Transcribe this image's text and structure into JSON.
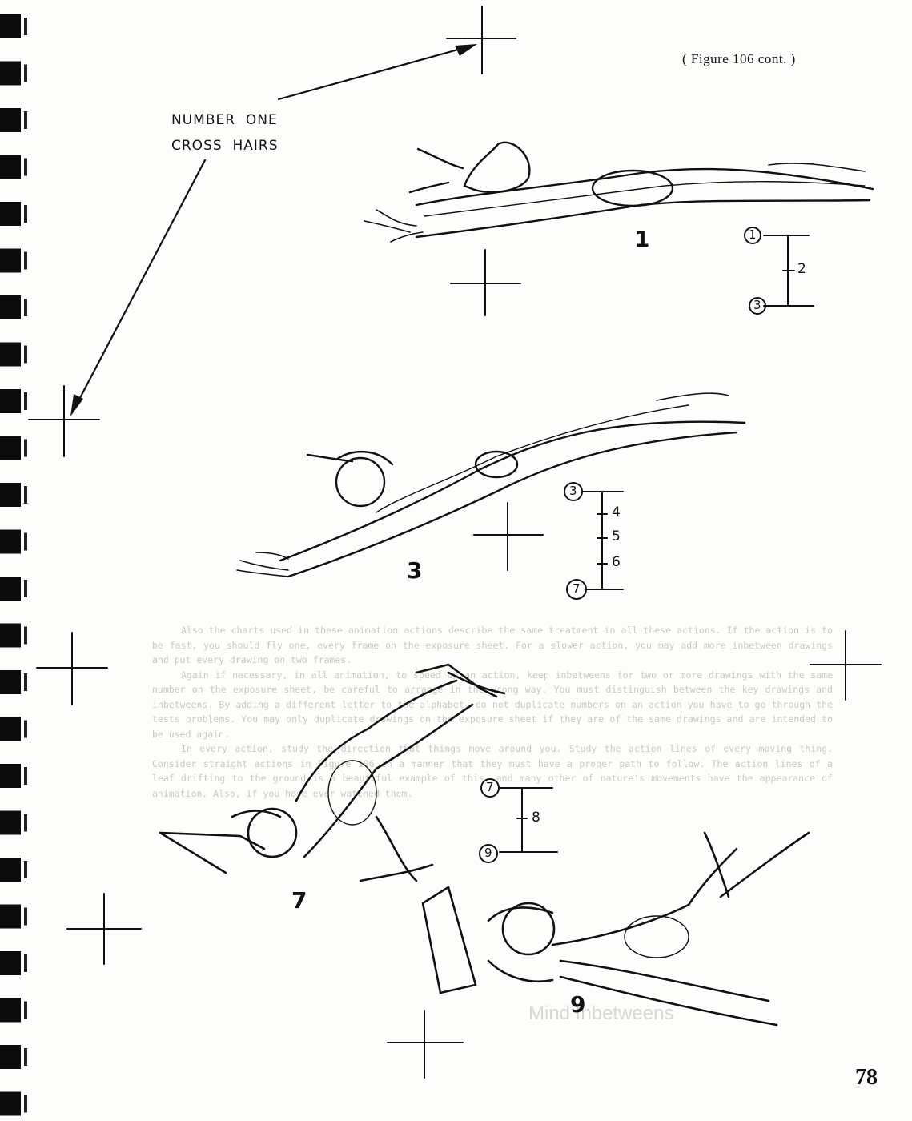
{
  "caption": "( Figure 106 cont. )",
  "callout": {
    "line1": "NUMBER  ONE",
    "line2": "CROSS  HAIRS"
  },
  "frames": [
    {
      "label": "1"
    },
    {
      "label": "3"
    },
    {
      "label": "7"
    },
    {
      "label": "9"
    }
  ],
  "charts": [
    {
      "key_top": "1",
      "key_bottom": "3",
      "inbetweens": [
        "2"
      ]
    },
    {
      "key_top": "3",
      "key_bottom": "7",
      "inbetweens": [
        "4",
        "5",
        "6"
      ]
    },
    {
      "key_top": "7",
      "key_bottom": "9",
      "inbetweens": [
        "8"
      ]
    }
  ],
  "page_number": "78",
  "watermark": "Mind Inbetweens",
  "background_text": [
    "Also the charts used in these animation actions describe the same treatment in all these actions. If the action is to be fast, you should fly one, every frame on the exposure sheet. For a slower action, you may add more inbetween drawings and put every drawing on two frames.",
    "Again if necessary, in all animation, to speed up an action, keep inbetweens for two or more drawings with the same number on the exposure sheet, be careful to arrange in the wrong way. You must distinguish between the key drawings and inbetweens. By adding a different letter to the alphabet, do not duplicate numbers on an action you have to go through the tests problems. You may only duplicate drawings on the exposure sheet if they are of the same drawings and are intended to be used again.",
    "In every action, study the direction that things move around you. Study the action lines of every moving thing. Consider straight actions in Figure 106 in a manner that they must have a proper path to follow. The action lines of a leaf drifting to the ground is a beautiful example of this, and many other of nature's movements have the appearance of animation. Also, if you have ever watched them."
  ]
}
